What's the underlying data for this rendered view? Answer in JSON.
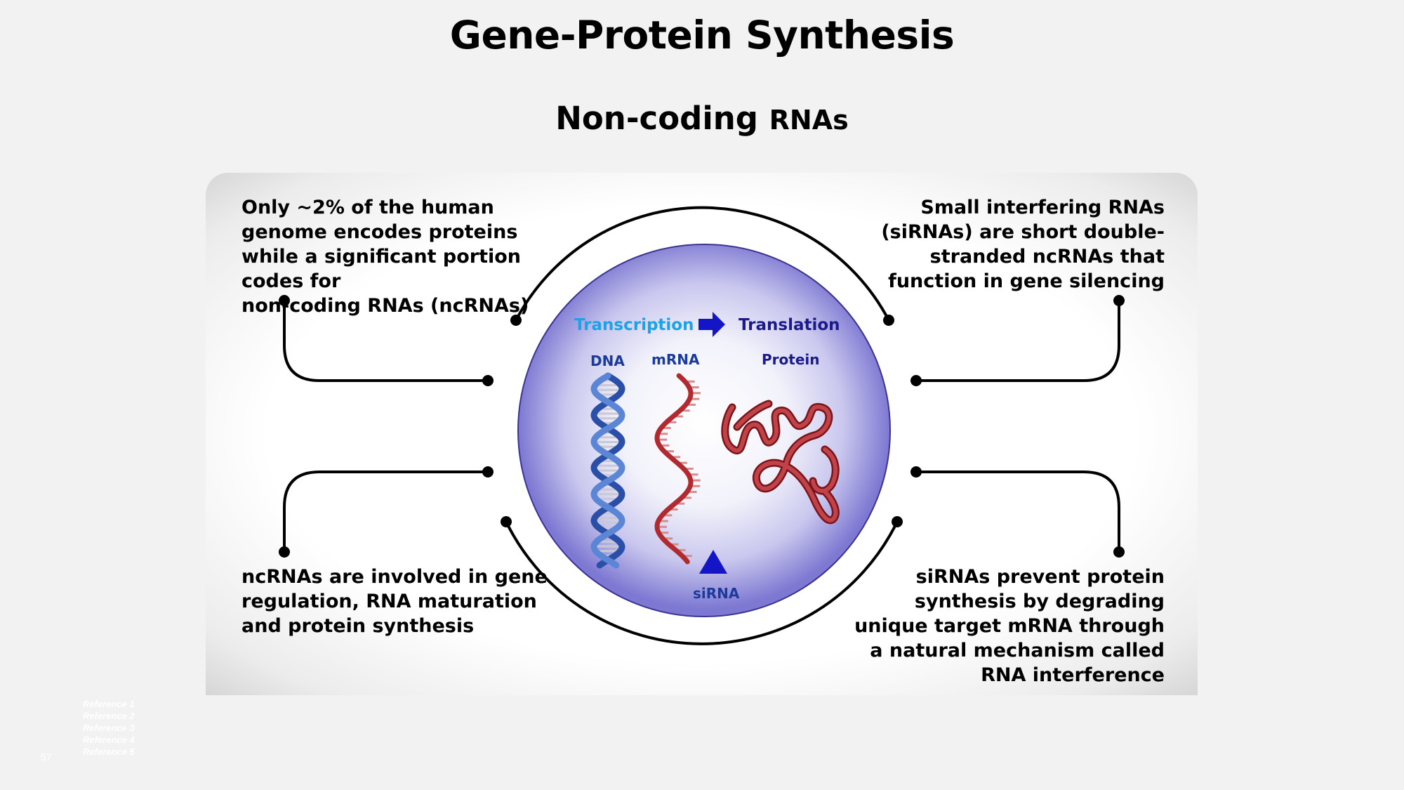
{
  "slide": {
    "title": "Gene-Protein Synthesis",
    "subtitle_main": "Non-coding ",
    "subtitle_small": "RNAs",
    "page_number": "57"
  },
  "texts": {
    "top_left": [
      "Only ~2% of the human",
      "genome encodes proteins",
      "while a significant portion",
      "codes for",
      "non-coding RNAs (ncRNAs)"
    ],
    "bottom_left": [
      "ncRNAs are involved in gene",
      "regulation, RNA maturation",
      "and protein synthesis"
    ],
    "top_right": [
      "Small interfering RNAs",
      "(siRNAs) are short double-",
      "stranded ncRNAs that",
      "function in gene silencing"
    ],
    "bottom_right": [
      "siRNAs prevent protein",
      "synthesis by degrading",
      "unique target mRNA through",
      "a natural mechanism called",
      "RNA interference"
    ]
  },
  "center": {
    "transcription": "Transcription",
    "translation": "Translation",
    "dna": "DNA",
    "mrna": "mRNA",
    "protein": "Protein",
    "sirna": "siRNA"
  },
  "references": [
    "Reference 1",
    "Reference 2",
    "Reference 3",
    "Reference 4",
    "Reference 5"
  ],
  "colors": {
    "transcription": "#1aa3e8",
    "translation": "#1a1a8c",
    "label_blue": "#1a3a9c",
    "dna_blue": "#2a4fa8",
    "rna_red": "#b02a30",
    "sirna_triangle": "#1515c8"
  }
}
